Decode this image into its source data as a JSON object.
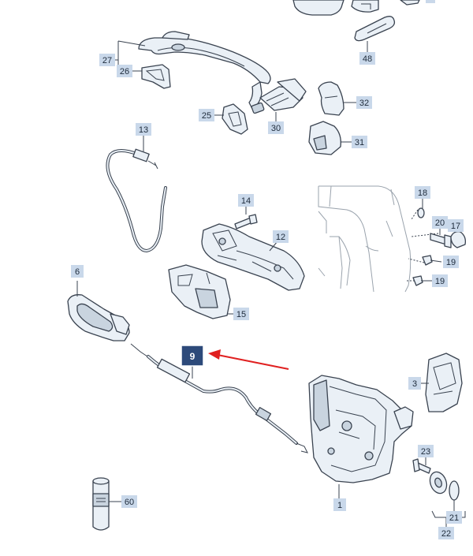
{
  "diagram": {
    "highlighted_part": "9",
    "arrow_color": "#e02020",
    "highlight_color": "#2d4a7a",
    "label_color": "#c9d8ea",
    "part_labels": {
      "p1": "1",
      "p3": "3",
      "p6": "6",
      "p9": "9",
      "p12": "12",
      "p13": "13",
      "p14": "14",
      "p15": "15",
      "p17": "17",
      "p18": "18",
      "p19a": "19",
      "p19b": "19",
      "p20": "20",
      "p21": "21",
      "p22": "22",
      "p23": "23",
      "p25": "25",
      "p26": "26",
      "p27": "27",
      "p30": "30",
      "p31": "31",
      "p32": "32",
      "p48": "48",
      "p60": "60"
    }
  }
}
